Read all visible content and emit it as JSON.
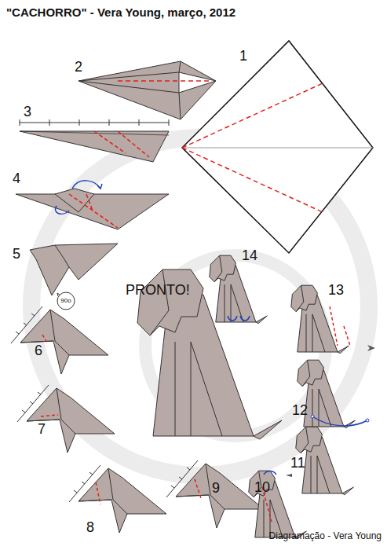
{
  "diagram": {
    "title": "\"CACHORRO\" - Vera Young, março, 2012",
    "caption": "Diagramação - Vera Young",
    "labels": [
      "1",
      "2",
      "3",
      "4",
      "5",
      "6",
      "7",
      "8",
      "9",
      "10",
      "11",
      "12",
      "13",
      "14",
      "PRONTO!",
      "90o"
    ]
  }
}
